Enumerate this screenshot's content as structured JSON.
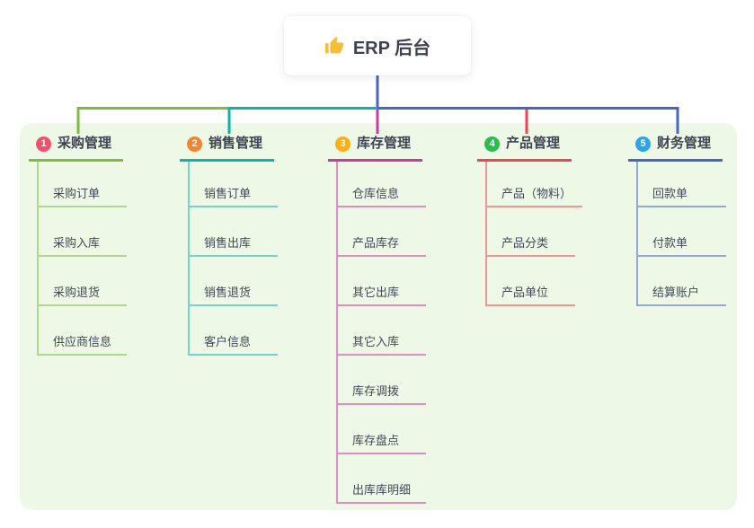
{
  "root": {
    "label": "ERP 后台",
    "icon": "thumbs-up-icon"
  },
  "branches": [
    {
      "index": "1",
      "label": "采购管理",
      "color": "#7EBB41",
      "badge_color": "#F4506C",
      "items": [
        "采购订单",
        "采购入库",
        "采购退货",
        "供应商信息"
      ]
    },
    {
      "index": "2",
      "label": "销售管理",
      "color": "#12B2AC",
      "badge_color": "#F8822D",
      "items": [
        "销售订单",
        "销售出库",
        "销售退货",
        "客户信息"
      ]
    },
    {
      "index": "3",
      "label": "库存管理",
      "color": "#CC3AA0",
      "badge_color": "#FFAE14",
      "items": [
        "仓库信息",
        "产品库存",
        "其它出库",
        "其它入库",
        "库存调拨",
        "库存盘点",
        "出库库明细"
      ]
    },
    {
      "index": "4",
      "label": "产品管理",
      "color": "#F04355",
      "badge_color": "#2BBC51",
      "items": [
        "产品（物料）",
        "产品分类",
        "产品单位"
      ]
    },
    {
      "index": "5",
      "label": "财务管理",
      "color": "#4565C9",
      "badge_color": "#2FA3E8",
      "items": [
        "回款单",
        "付款单",
        "结算账户"
      ]
    }
  ],
  "colors": {
    "root_line": "#4A63C8",
    "panel_bg": "#EDF8E6",
    "card_bg": "#FFFFFF",
    "icon_yellow": "#F6BD3A",
    "title_text": "#3E4450",
    "item_text": "#434956"
  }
}
